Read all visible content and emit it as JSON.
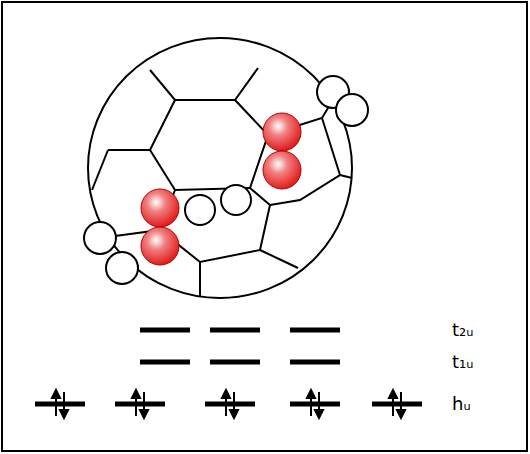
{
  "diagram": {
    "labels": [
      "t₂ᵤ",
      "t₁ᵤ",
      "hᵤ"
    ]
  }
}
